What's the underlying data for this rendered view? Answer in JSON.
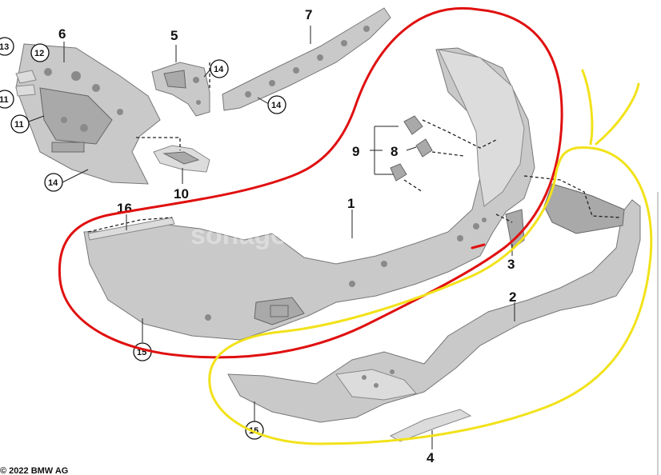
{
  "callouts": {
    "c1": "1",
    "c2": "2",
    "c3": "3",
    "c4": "4",
    "c5": "5",
    "c6": "6",
    "c7": "7",
    "c8": "8",
    "c9": "9",
    "c10": "10",
    "c11": "11",
    "c12": "12",
    "c13": "13",
    "c14": "14",
    "c15": "15",
    "c16": "16"
  },
  "watermark": "sonagonara",
  "copyright": "© 2022 BMW AG",
  "markup": {
    "red_color": "#e01010",
    "yellow_color": "#f2e21a"
  },
  "icons": [
    "bumper-cover-part",
    "diffuser-part",
    "bracket-part",
    "guide-rail-part"
  ]
}
